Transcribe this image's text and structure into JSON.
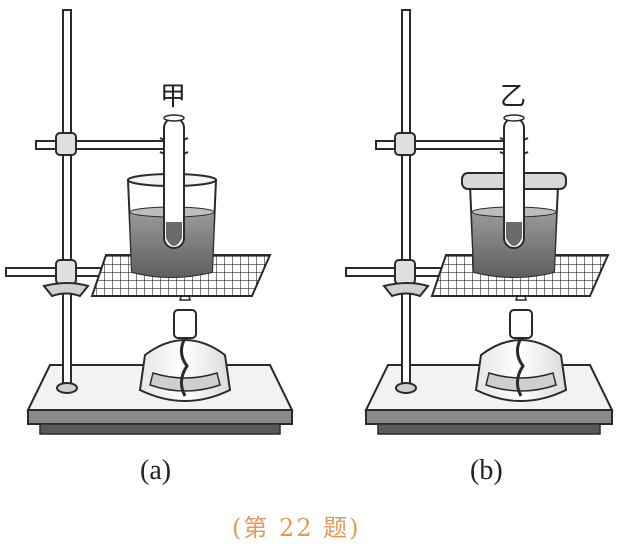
{
  "figure": {
    "tube_a_label": "甲",
    "tube_b_label": "乙",
    "panel_a_label": "(a)",
    "panel_b_label": "(b)",
    "caption": "(第 22 题)"
  },
  "colors": {
    "line": "#2a2a2a",
    "water_dark": "#6f6f6f",
    "water_light": "#bdbdbd",
    "lid": "#d8d8d8",
    "base_dark": "#4a4a4a",
    "caption": "#e39a56"
  }
}
